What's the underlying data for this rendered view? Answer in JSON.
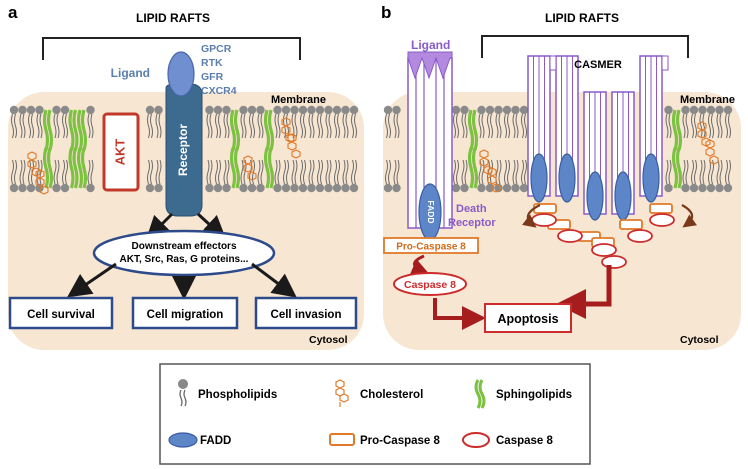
{
  "panel_a": {
    "letter": "a",
    "rafts_label": "LIPID RAFTS",
    "ligand_label": "Ligand",
    "receptor_types": [
      "GPCR",
      "RTK",
      "GFR",
      "CXCR4"
    ],
    "membrane_label": "Membrane",
    "akt_label": "AKT",
    "receptor_label": "Receptor",
    "effectors_line1": "Downstream effectors",
    "effectors_line2": "AKT, Src, Ras, G proteins...",
    "outcomes": [
      "Cell survival",
      "Cell migration",
      "Cell invasion"
    ],
    "cytosol_label": "Cytosol"
  },
  "panel_b": {
    "letter": "b",
    "rafts_label": "LIPID RAFTS",
    "ligand_label": "Ligand",
    "casmer_label": "CASMER",
    "membrane_label": "Membrane",
    "fadd_label": "FADD",
    "death_receptor_line1": "Death",
    "death_receptor_line2": "Receptor",
    "pro_caspase_label": "Pro-Caspase 8",
    "caspase_label": "Caspase 8",
    "apoptosis_label": "Apoptosis",
    "cytosol_label": "Cytosol"
  },
  "legend": {
    "items": [
      {
        "icon": "phospholipid-icon",
        "label": "Phospholipids"
      },
      {
        "icon": "cholesterol-icon",
        "label": "Cholesterol"
      },
      {
        "icon": "sphingolipid-icon",
        "label": "Sphingolipids"
      },
      {
        "icon": "fadd-icon",
        "label": "FADD"
      },
      {
        "icon": "pro-caspase-icon",
        "label": "Pro-Caspase 8"
      },
      {
        "icon": "caspase-icon",
        "label": "Caspase 8"
      }
    ]
  },
  "colors": {
    "cell_fill": "#f7e6d2",
    "blue_text": "#5b7fae",
    "receptor_blue": "#3d6a8f",
    "box_blue": "#2d4a8a",
    "akt_red": "#c0392b",
    "purple": "#8a5ac8",
    "fadd_blue": "#5c86c8",
    "orange": "#e07a2a",
    "red": "#cc2c2c",
    "green": "#7cc142",
    "dark_red": "#a51d1d"
  }
}
